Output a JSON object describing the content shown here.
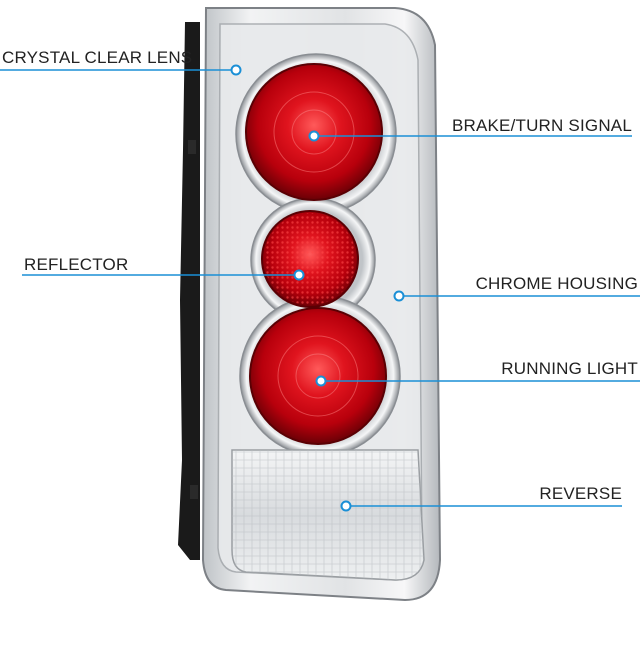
{
  "product": {
    "accent_color": "#1a8fd6",
    "lens_red": "#d4101c",
    "chrome": "#d9dcdf"
  },
  "callouts": {
    "crystal_clear_lens": "CRYSTAL CLEAR LENS",
    "brake_turn_signal": "BRAKE/TURN SIGNAL",
    "reflector": "REFLECTOR",
    "chrome_housing": "CHROME HOUSING",
    "running_light": "RUNNING LIGHT",
    "reverse": "REVERSE"
  }
}
